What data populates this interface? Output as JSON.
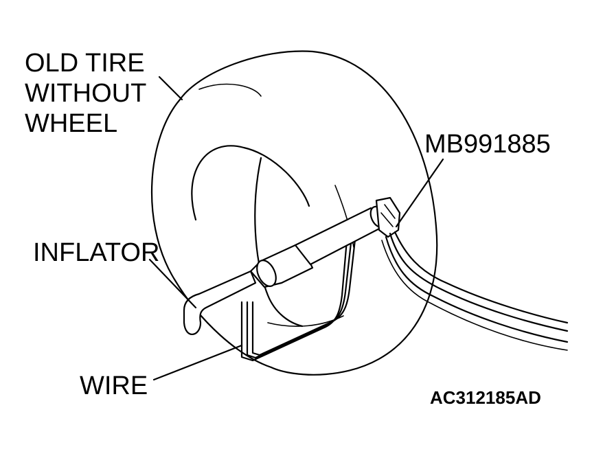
{
  "labels": {
    "old_tire": [
      "OLD TIRE",
      "WITHOUT",
      "WHEEL"
    ],
    "tool": "MB991885",
    "inflator": "INFLATOR",
    "wire": "WIRE",
    "figure_code": "AC312185AD"
  }
}
